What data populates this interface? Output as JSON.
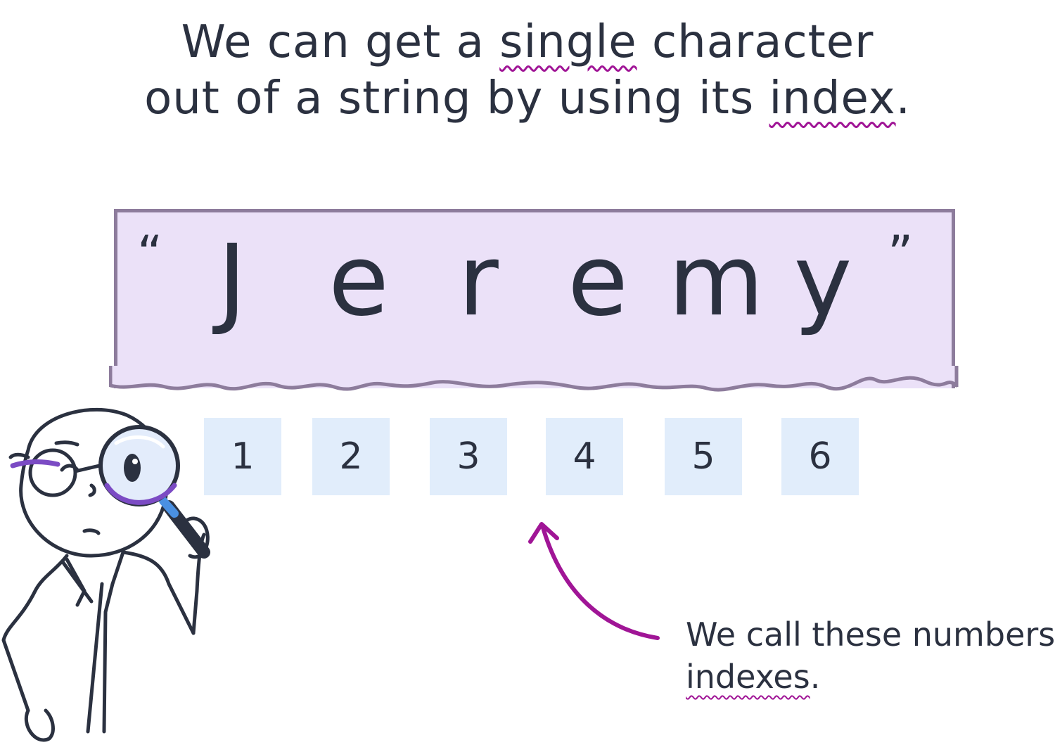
{
  "heading": {
    "line1_a": "We can get a ",
    "line1_single": "single",
    "line1_b": " character",
    "line2_a": "out of a string by using its ",
    "line2_index": "index",
    "line2_b": "."
  },
  "string": {
    "open_quote": "“",
    "close_quote": "”",
    "characters": [
      "J",
      "e",
      "r",
      "e",
      "m",
      "y"
    ]
  },
  "indexes": [
    "1",
    "2",
    "3",
    "4",
    "5",
    "6"
  ],
  "caption": {
    "line1": "We call these numbers",
    "line2_word": "indexes",
    "line2_end": "."
  },
  "colors": {
    "box_fill": "#ebe1f8",
    "box_border": "#8d7c9c",
    "index_fill": "#e1edfb",
    "accent": "#a01596",
    "ink": "#2b3140"
  }
}
